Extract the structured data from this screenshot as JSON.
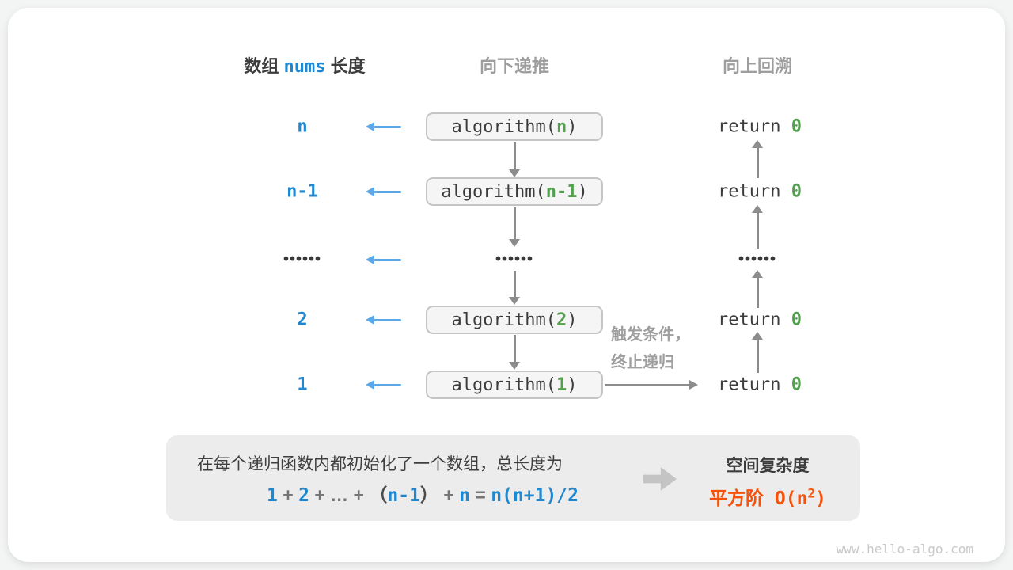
{
  "colors": {
    "blue": "#1E88D2",
    "light_blue_arrow": "#5BA7E8",
    "green": "#55A050",
    "orange": "#F5530D",
    "gray_heading": "#9E9E9E",
    "dark_text": "#3C3C3C",
    "arrow_gray": "#8C8C8C",
    "panel_bg": "#ECECEC",
    "box_bg": "#F5F5F5"
  },
  "headers": {
    "array_label_prefix": "数组",
    "array_code": "nums",
    "array_label_suffix": "长度",
    "recurse_down": "向下递推",
    "backtrack_up": "向上回溯"
  },
  "rows": [
    {
      "length": "n",
      "call_prefix": "algorithm(",
      "call_arg": "n",
      "call_suffix": ")",
      "return_keyword": "return ",
      "return_value": "0"
    },
    {
      "length": "n-1",
      "call_prefix": "algorithm(",
      "call_arg": "n-1",
      "call_suffix": ")",
      "return_keyword": "return ",
      "return_value": "0"
    },
    {
      "ellipsis": "••••••"
    },
    {
      "length": "2",
      "call_prefix": "algorithm(",
      "call_arg": "2",
      "call_suffix": ")",
      "return_keyword": "return ",
      "return_value": "0"
    },
    {
      "length": "1",
      "call_prefix": "algorithm(",
      "call_arg": "1",
      "call_suffix": ")",
      "return_keyword": "return ",
      "return_value": "0"
    }
  ],
  "trigger_note": {
    "line1": "触发条件，",
    "line2": "终止递归"
  },
  "summary": {
    "description": "在每个递归函数内都初始化了一个数组，总长度为",
    "formula": [
      {
        "text": "1",
        "style": "num"
      },
      {
        "text": " + ",
        "style": "op"
      },
      {
        "text": "2",
        "style": "num"
      },
      {
        "text": " + ",
        "style": "op"
      },
      {
        "text": "…",
        "style": "op"
      },
      {
        "text": " + ",
        "style": "op"
      },
      {
        "text": "（",
        "style": "paren"
      },
      {
        "text": "n-1",
        "style": "num"
      },
      {
        "text": "）",
        "style": "paren"
      },
      {
        "text": " + ",
        "style": "op"
      },
      {
        "text": "n",
        "style": "num"
      },
      {
        "text": " = ",
        "style": "op"
      },
      {
        "text": "n(n+1)/2",
        "style": "num"
      }
    ],
    "result_title": "空间复杂度",
    "result_order_prefix": "平方阶 O(n",
    "result_order_sup": "2",
    "result_order_suffix": ")"
  },
  "watermark": "www.hello-algo.com"
}
